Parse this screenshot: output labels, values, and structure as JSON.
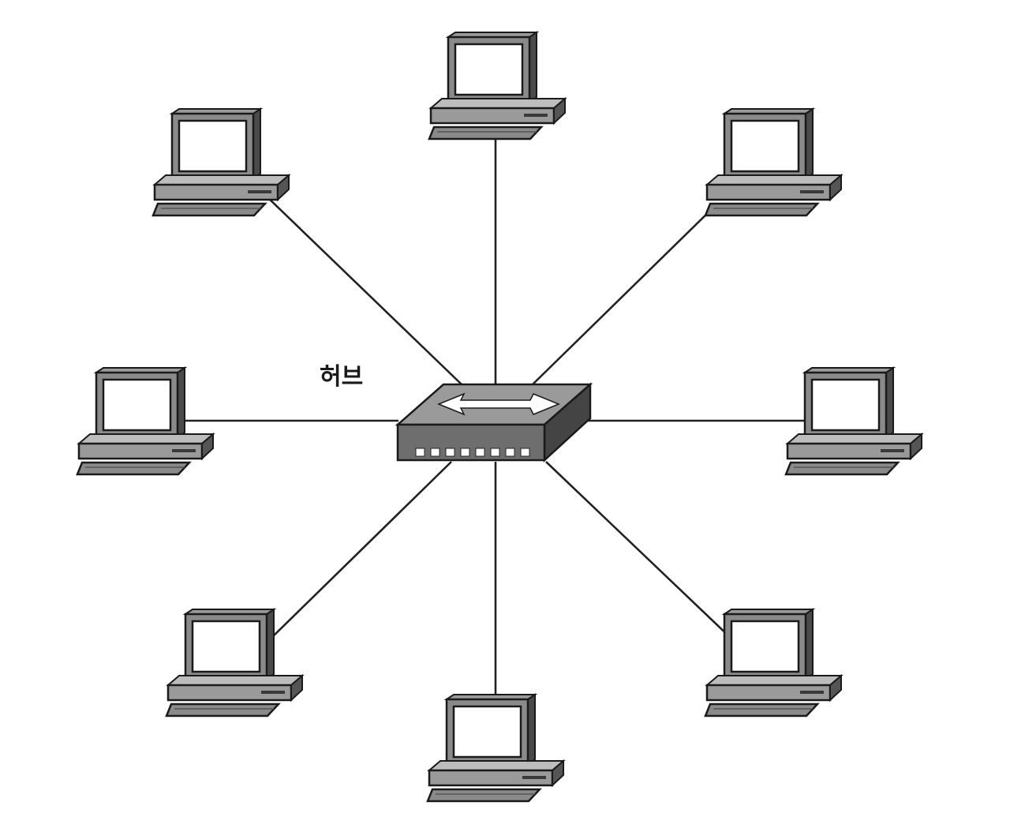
{
  "diagram": {
    "type": "star-topology",
    "hub": {
      "label": "허브",
      "icon": "hub-icon",
      "port_count": 8
    },
    "node_count": 8,
    "node_icon": "computer-icon",
    "colors": {
      "background": "#ffffff",
      "line": "#222222",
      "device_dark": "#555555",
      "device_mid": "#8a8a8a",
      "device_light": "#bdbdbd",
      "screen": "#ffffff"
    }
  }
}
